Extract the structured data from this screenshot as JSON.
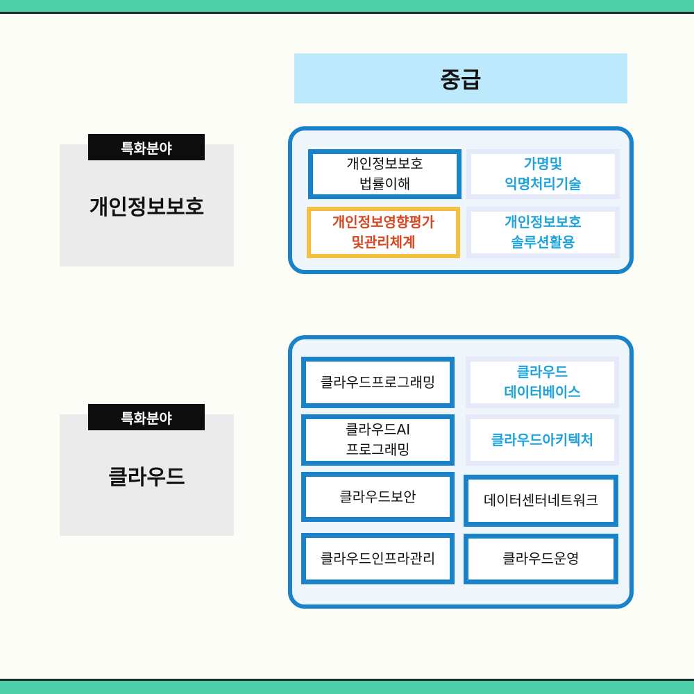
{
  "header": {
    "level": "중급"
  },
  "sections": [
    {
      "tag": "특화분야",
      "field": "개인정보보호",
      "courses": [
        {
          "lines": [
            "개인정보보호",
            "법률이해"
          ],
          "style": "blue"
        },
        {
          "lines": [
            "가명및",
            "익명처리기술"
          ],
          "style": "pale"
        },
        {
          "lines": [
            "개인정보영향평가",
            "및관리체계"
          ],
          "style": "gold"
        },
        {
          "lines": [
            "개인정보보호",
            "솔루션활용"
          ],
          "style": "pale"
        }
      ]
    },
    {
      "tag": "특화분야",
      "field": "클라우드",
      "courses": [
        {
          "lines": [
            "클라우드프로그래밍"
          ],
          "style": "blue"
        },
        {
          "lines": [
            "클라우드",
            "데이터베이스"
          ],
          "style": "pale"
        },
        {
          "lines": [
            "클라우드AI",
            "프로그래밍"
          ],
          "style": "blue"
        },
        {
          "lines": [
            "클라우드아키텍처"
          ],
          "style": "pale"
        },
        {
          "lines": [
            "클라우드보안"
          ],
          "style": "blue"
        },
        {
          "lines": [
            "데이터센터네트워크"
          ],
          "style": "blue"
        },
        {
          "lines": [
            "클라우드인프라관리"
          ],
          "style": "blue"
        },
        {
          "lines": [
            "클라우드운영"
          ],
          "style": "blue"
        }
      ]
    }
  ],
  "colors": {
    "band": "#4ecfa7",
    "header_bg": "#bce9fc",
    "group_border": "#1a82c9",
    "pale_border": "#e5e9f8",
    "pale_text": "#1fa3dc",
    "gold_border": "#f5c040",
    "gold_text": "#d9461f"
  }
}
